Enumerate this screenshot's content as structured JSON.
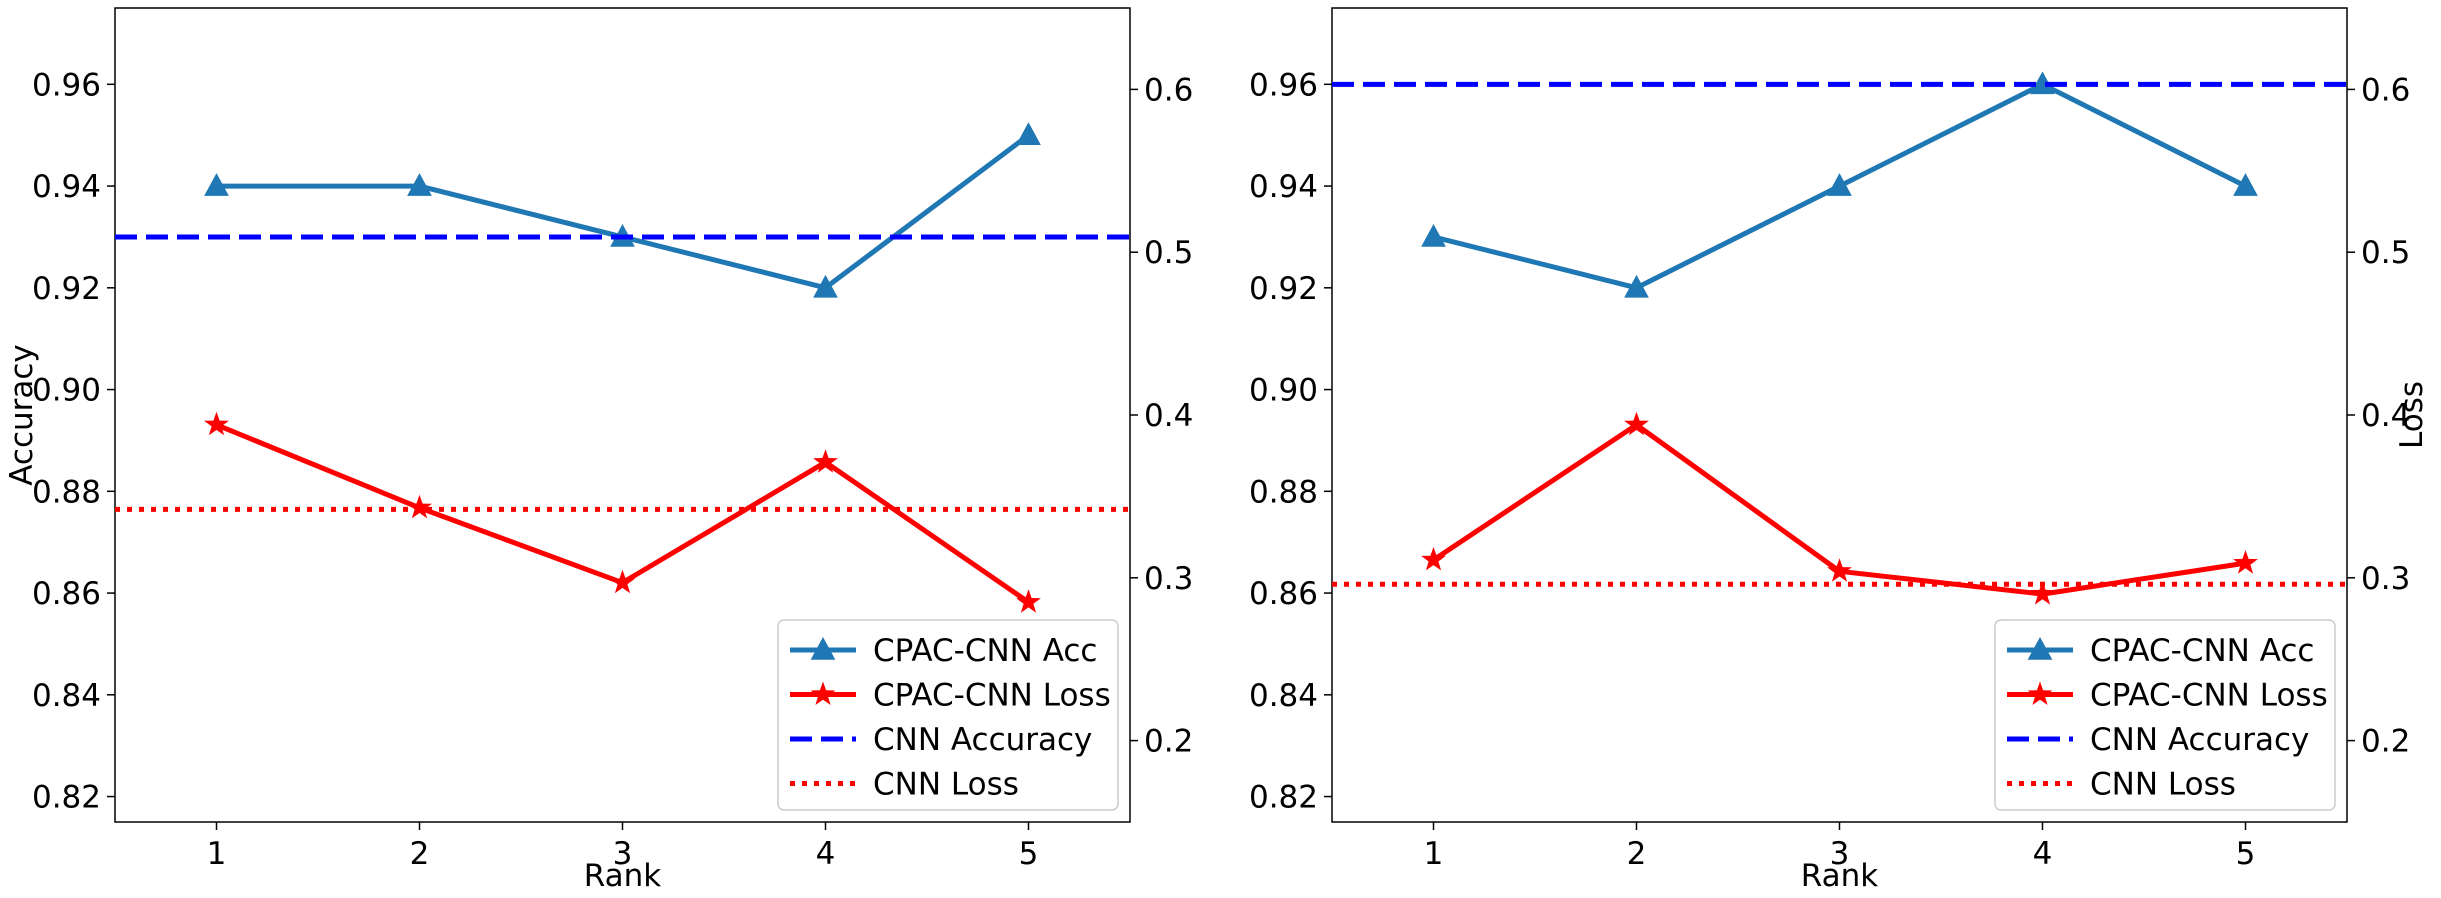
{
  "chart_data": [
    {
      "type": "line",
      "xlabel": "Rank",
      "ylabel_left": "Accuracy",
      "ylabel_right": "",
      "x": [
        1,
        2,
        3,
        4,
        5
      ],
      "xticks": [
        "1",
        "2",
        "3",
        "4",
        "5"
      ],
      "xlim": [
        0.5,
        5.5
      ],
      "ylim_left": [
        0.815,
        0.975
      ],
      "ylim_right": [
        0.15,
        0.65
      ],
      "yticks_left": [
        "0.82",
        "0.84",
        "0.86",
        "0.88",
        "0.90",
        "0.92",
        "0.94",
        "0.96"
      ],
      "yticks_right": [
        "0.2",
        "0.3",
        "0.4",
        "0.5",
        "0.6"
      ],
      "series": [
        {
          "name": "CPAC-CNN Acc",
          "axis": "left",
          "values": [
            0.94,
            0.94,
            0.93,
            0.92,
            0.95
          ],
          "color": "#1f77b4",
          "marker": "triangle",
          "style": "solid"
        },
        {
          "name": "CPAC-CNN Loss",
          "axis": "right",
          "values": [
            0.394,
            0.343,
            0.297,
            0.371,
            0.285
          ],
          "color": "#ff0000",
          "marker": "star",
          "style": "solid"
        },
        {
          "name": "CNN Accuracy",
          "axis": "left",
          "constant": 0.93,
          "color": "#0000ff",
          "style": "dashed"
        },
        {
          "name": "CNN Loss",
          "axis": "right",
          "constant": 0.342,
          "color": "#ff0000",
          "style": "dotted"
        }
      ],
      "legend_position": "bottom-right",
      "grid": false
    },
    {
      "type": "line",
      "xlabel": "Rank",
      "ylabel_left": "",
      "ylabel_right": "Loss",
      "x": [
        1,
        2,
        3,
        4,
        5
      ],
      "xticks": [
        "1",
        "2",
        "3",
        "4",
        "5"
      ],
      "xlim": [
        0.5,
        5.5
      ],
      "ylim_left": [
        0.815,
        0.975
      ],
      "ylim_right": [
        0.15,
        0.65
      ],
      "yticks_left": [
        "0.82",
        "0.84",
        "0.86",
        "0.88",
        "0.90",
        "0.92",
        "0.94",
        "0.96"
      ],
      "yticks_right": [
        "0.2",
        "0.3",
        "0.4",
        "0.5",
        "0.6"
      ],
      "series": [
        {
          "name": "CPAC-CNN Acc",
          "axis": "left",
          "values": [
            0.93,
            0.92,
            0.94,
            0.96,
            0.94
          ],
          "color": "#1f77b4",
          "marker": "triangle",
          "style": "solid"
        },
        {
          "name": "CPAC-CNN Loss",
          "axis": "right",
          "values": [
            0.311,
            0.394,
            0.304,
            0.29,
            0.309
          ],
          "color": "#ff0000",
          "marker": "star",
          "style": "solid"
        },
        {
          "name": "CNN Accuracy",
          "axis": "left",
          "constant": 0.96,
          "color": "#0000ff",
          "style": "dashed"
        },
        {
          "name": "CNN Loss",
          "axis": "right",
          "constant": 0.296,
          "color": "#ff0000",
          "style": "dotted"
        }
      ],
      "legend_position": "bottom-right",
      "grid": false
    }
  ]
}
